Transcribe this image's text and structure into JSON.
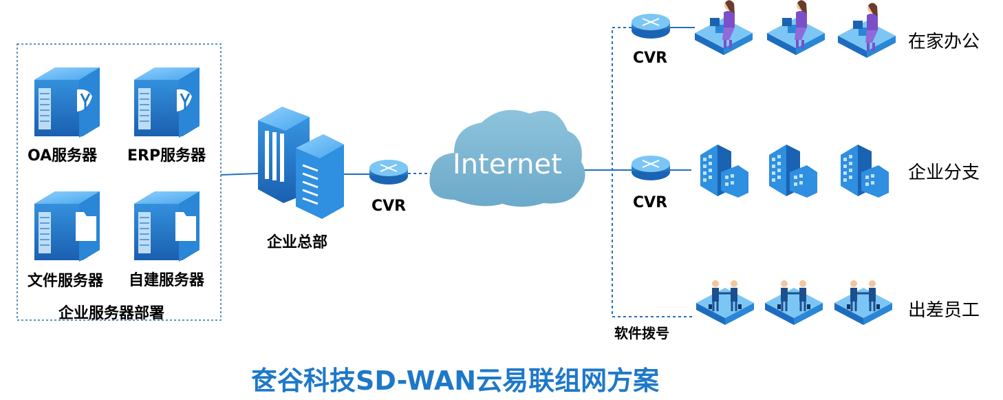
{
  "servers_panel": {
    "oa_label": "OA服务器",
    "erp_label": "ERP服务器",
    "file_label": "文件服务器",
    "custom_label": "自建服务器",
    "panel_label": "企业服务器部署"
  },
  "hq": {
    "label": "企业总部"
  },
  "cvr_label": "CVR",
  "internet_label": "Internet",
  "remote": {
    "home_office": "在家办公",
    "branch": "企业分支",
    "travel": "出差员工",
    "softdial": "软件拨号"
  },
  "title": "奁谷科技SD-WAN云易联组网方案",
  "colors": {
    "accent": "#1e78c8",
    "line": "#1f6fbf",
    "cloud": "#7fb8d4"
  }
}
